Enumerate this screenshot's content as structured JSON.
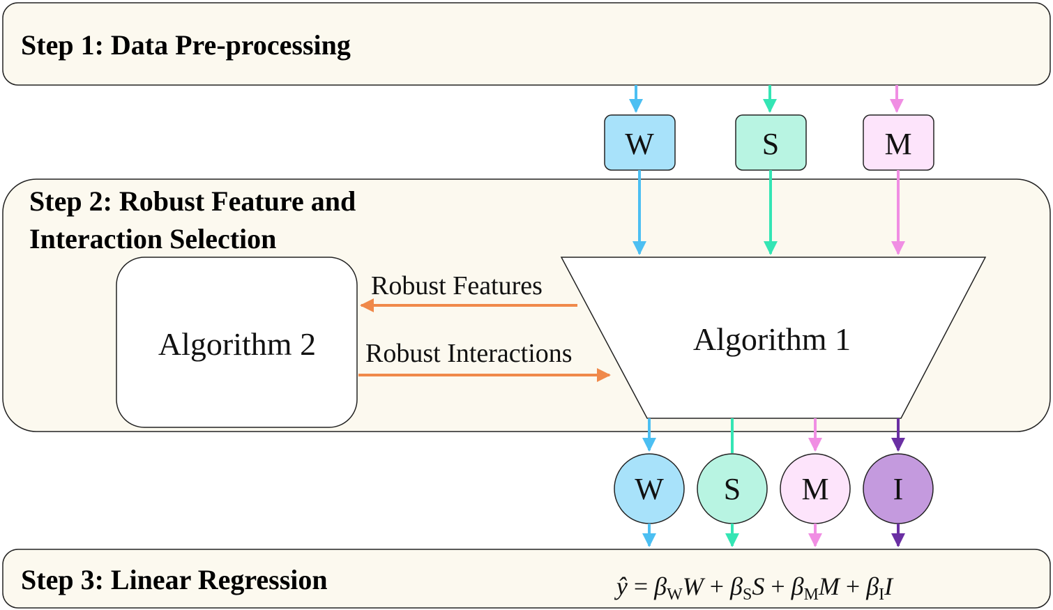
{
  "steps": {
    "step1": "Step 1: Data Pre-processing",
    "step2_line1": "Step 2: Robust Feature and",
    "step2_line2": "Interaction Selection",
    "step3": "Step 3: Linear Regression"
  },
  "algorithms": {
    "algorithm1": "Algorithm 1",
    "algorithm2": "Algorithm 2"
  },
  "arrows": {
    "robust_features": "Robust Features",
    "robust_interactions": "Robust Interactions"
  },
  "inputs": [
    "W",
    "S",
    "M"
  ],
  "outputs": [
    "W",
    "S",
    "M",
    "I"
  ],
  "equation": {
    "yhat": "ŷ",
    "eq": " = ",
    "plus": " + ",
    "beta": "β",
    "terms": [
      {
        "sub": "W",
        "var": "W"
      },
      {
        "sub": "S",
        "var": "S"
      },
      {
        "sub": "M",
        "var": "M"
      },
      {
        "sub": "I",
        "var": "I"
      }
    ]
  },
  "colors": {
    "W_fill": "#a8e2fa",
    "W_line": "#4cbff2",
    "S_fill": "#b8f4e2",
    "S_line": "#34e5b4",
    "M_fill": "#fde4fb",
    "M_line": "#f08ee3",
    "I_fill": "#c49ade",
    "I_line": "#6a2fa3",
    "step_fill": "#fcf9ef",
    "orange": "#f0894a"
  }
}
